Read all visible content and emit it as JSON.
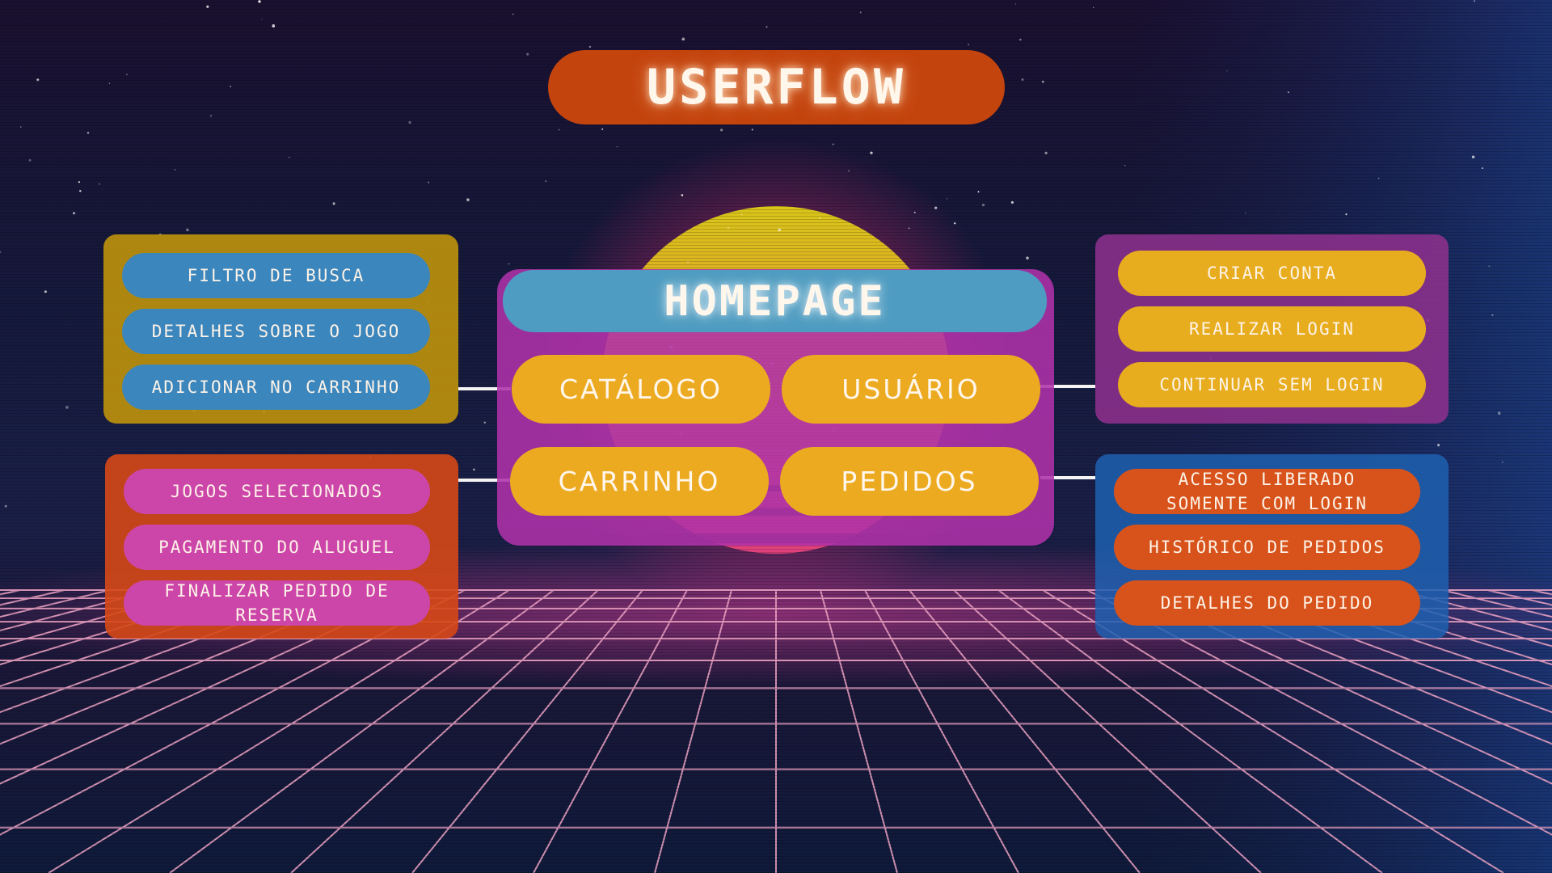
{
  "title": "USERFLOW",
  "homepage": {
    "title": "HOMEPAGE",
    "buttons": {
      "catalogo": "CATÁLOGO",
      "usuario": "USUÁRIO",
      "carrinho": "CARRINHO",
      "pedidos": "PEDIDOS"
    }
  },
  "catalog_panel": {
    "items": [
      "FILTRO DE BUSCA",
      "DETALHES SOBRE O JOGO",
      "ADICIONAR NO CARRINHO"
    ]
  },
  "cart_panel": {
    "items": [
      "JOGOS SELECIONADOS",
      "PAGAMENTO DO ALUGUEL",
      "FINALIZAR PEDIDO DE\nRESERVA"
    ]
  },
  "user_panel": {
    "items": [
      "CRIAR CONTA",
      "REALIZAR LOGIN",
      "CONTINUAR SEM LOGIN"
    ]
  },
  "orders_panel": {
    "items": [
      "ACESSO LIBERADO\nSOMENTE COM LOGIN",
      "HISTÓRICO DE PEDIDOS",
      "DETALHES DO PEDIDO"
    ]
  },
  "colors": {
    "title_pill": "#c4440e",
    "hub": "#af32aa",
    "hub_header": "#4e9cc1",
    "hub_button": "#ecaa20",
    "catalog_panel": "#c4960a",
    "cart_panel": "#d64816",
    "user_panel": "#8c308c",
    "orders_panel": "#1e60b0"
  }
}
